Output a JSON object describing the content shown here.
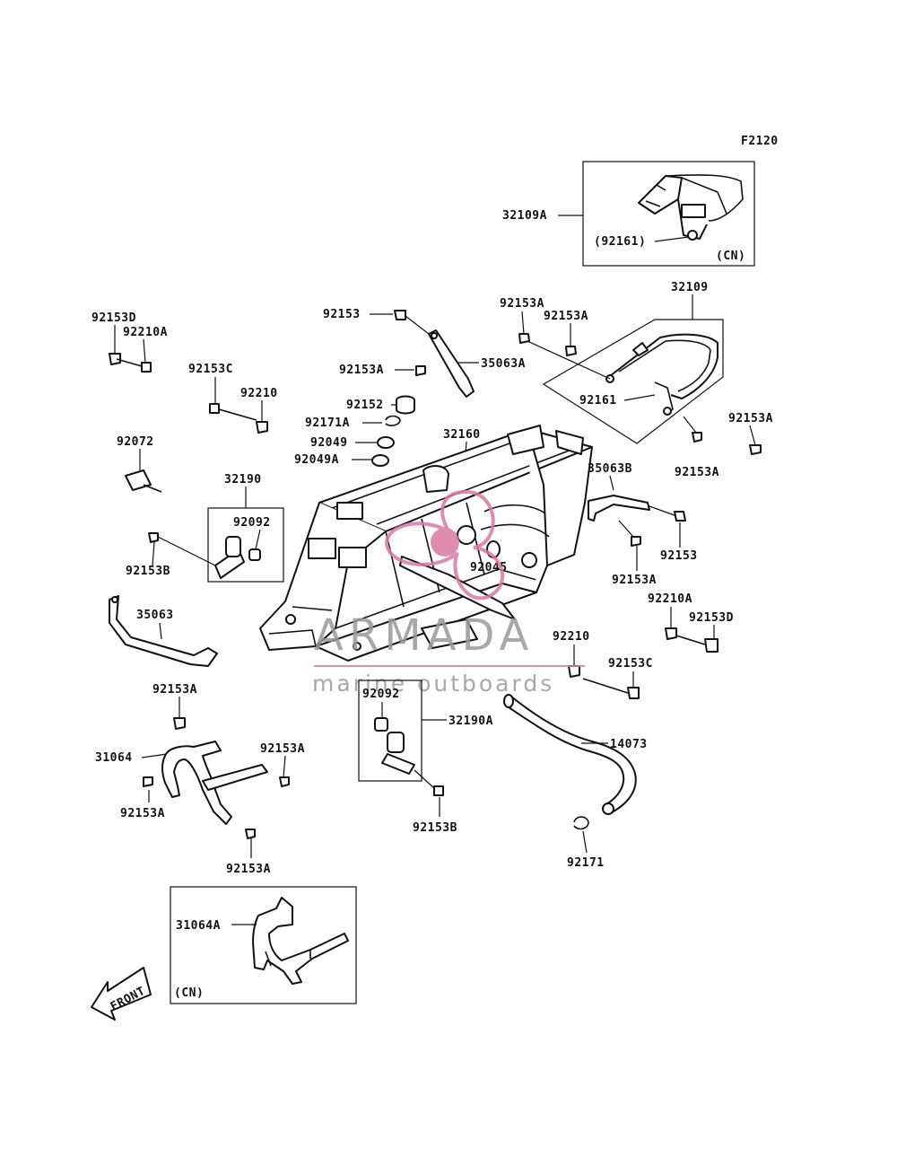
{
  "figure_code": "F2120",
  "variant_note": "(CN)",
  "front_label": "FRONT",
  "watermark": {
    "brand": "ARMADA",
    "tagline": "marine outboards",
    "color": "#d97aa0"
  },
  "part_labels": {
    "p32109A": "32109A",
    "p92161_cn": "(92161)",
    "p32109": "32109",
    "p92153A_a": "92153A",
    "p92153A_b": "92153A",
    "p92161": "92161",
    "p92153A_c": "92153A",
    "p92153A_d": "92153A",
    "p92153_top": "92153",
    "p35063A": "35063A",
    "p92153A_e": "92153A",
    "p92152": "92152",
    "p92171A": "92171A",
    "p92049": "92049",
    "p92049A": "92049A",
    "p32160": "32160",
    "p92153D_a": "92153D",
    "p92210A_a": "92210A",
    "p92153C_a": "92153C",
    "p92210_a": "92210",
    "p92072": "92072",
    "p32190": "32190",
    "p92092_a": "92092",
    "p92153B_a": "92153B",
    "p35063B": "35063B",
    "p92153_r": "92153",
    "p92153A_f": "92153A",
    "p92045": "92045",
    "p92210A_b": "92210A",
    "p92153D_b": "92153D",
    "p92210_b": "92210",
    "p92153C_b": "92153C",
    "p35063": "35063",
    "p92153A_g": "92153A",
    "p31064": "31064",
    "p92153A_h": "92153A",
    "p92153A_i": "92153A",
    "p92153A_j": "92153A",
    "p92092_b": "92092",
    "p32190A": "32190A",
    "p92153B_b": "92153B",
    "p14073": "14073",
    "p92171": "92171",
    "p31064A": "31064A"
  }
}
